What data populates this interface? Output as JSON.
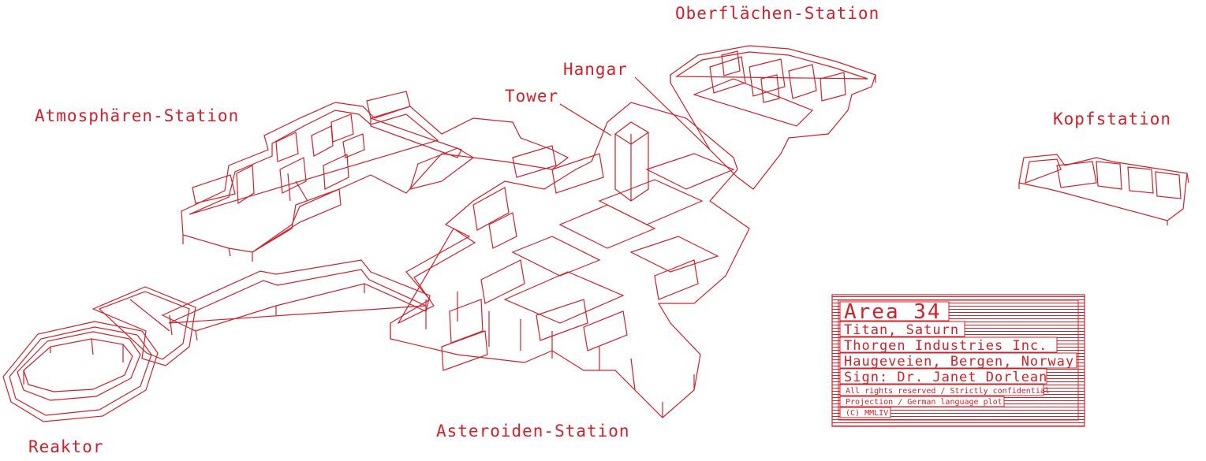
{
  "labels": {
    "oberflaechen": "Oberflächen-Station",
    "hangar": "Hangar",
    "tower": "Tower",
    "atmosphaeren": "Atmosphären-Station",
    "kopfstation": "Kopfstation",
    "reaktor": "Reaktor",
    "asteroiden": "Asteroiden-Station"
  },
  "title_block": {
    "title": "Area 34",
    "location": "Titan, Saturn",
    "company": "Thorgen Industries Inc.",
    "address": "Haugeveien, Bergen, Norway",
    "sign": "Sign: Dr. Janet Dorlean",
    "rights": "All rights reserved / Strictly confidential",
    "projection": "Projection / German language plot",
    "copyright": "(C) MMLIV"
  },
  "colors": {
    "line": "#d0202a",
    "background": "#ffffff"
  }
}
